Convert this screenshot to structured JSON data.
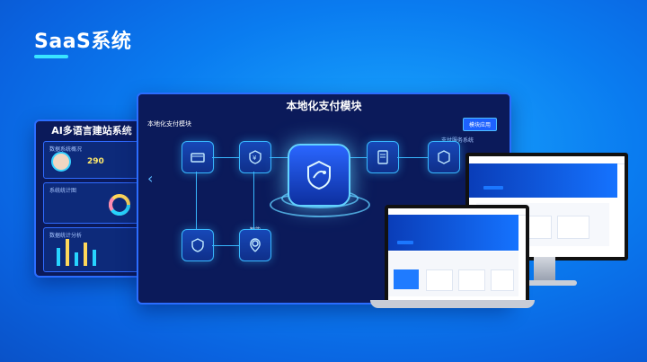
{
  "hero": {
    "title": "SaaS系统"
  },
  "left_panel": {
    "title": "AI多语言建站系统",
    "profile_label": "数据系统概况",
    "value": "290",
    "chart_label": "系统统计图",
    "bars_label": "数据统计分析"
  },
  "main_panel": {
    "title": "本地化支付模块",
    "subtitle": "本地化支付模块",
    "badge": "模块应用",
    "note_label": "支付服务系统",
    "center_label": "智能"
  }
}
